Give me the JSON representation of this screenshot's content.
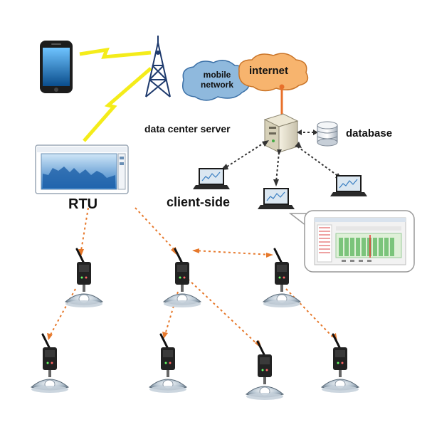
{
  "labels": {
    "mobile_line1": "mobile",
    "mobile_line2": "network",
    "internet": "internet",
    "data_center_server": "data center server",
    "database": "database",
    "rtu": "RTU",
    "client_side": "client-side"
  },
  "colors": {
    "lightning": "#f4ec1a",
    "dotted_orange": "#e6782b",
    "internet_cloud": "#f7b46e",
    "mobile_cloud": "#8fb9dd",
    "server_link": "#e8702a",
    "dark_link": "#333333"
  },
  "icons": {
    "phone": "smartphone-icon",
    "tower": "cell-tower-icon",
    "server": "server-icon",
    "database": "database-icon",
    "laptop": "laptop-icon",
    "rtu": "rtu-panel-icon",
    "node": "sensor-lamp-node-icon"
  }
}
